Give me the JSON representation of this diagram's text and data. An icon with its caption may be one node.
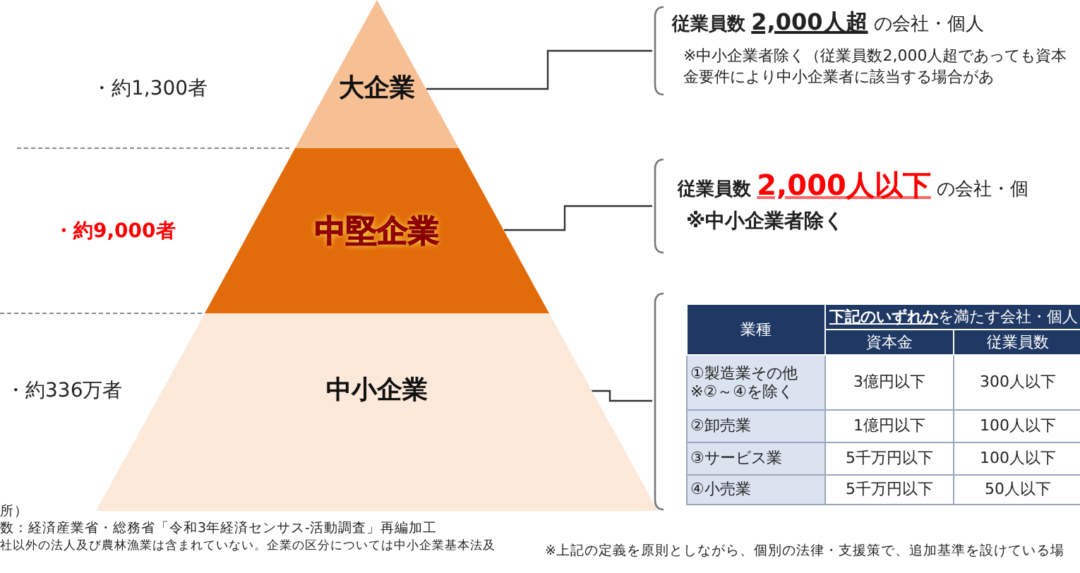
{
  "diagram": {
    "nodes": [
      {
        "text": [
          "大企業"
        ]
      },
      {
        "text": [
          "中堅企業"
        ]
      },
      {
        "text": [
          "中小企業"
        ]
      },
      {
        "text": [
          "**従業員数** **2,000人超** の会社・個人",
          "※中小企業者除く（従業員数2,000人超であっても資本金要件により中小企業者に該当する場合があ"
        ]
      },
      {
        "text": [
          "**従業員数** **2,000人以下** の会社・個",
          "※中小企業者除く"
        ]
      },
      {
        "text": [],
        "shape": "bracket"
      }
    ],
    "edges": [
      {
        "from": 0,
        "to": 3,
        "arrow": "none"
      },
      {
        "from": 1,
        "to": 4,
        "arrow": "none"
      },
      {
        "from": 2,
        "to": 5,
        "arrow": "none"
      }
    ],
    "labels": [
      "・約1,300者",
      "・約9,000者",
      "・約336万者",
      "業種",
      "**下記のいずれか**を満たす会社・個人",
      "資本金",
      "従業員数",
      "①製造業その他 ※②～④を除く",
      "3億円以下",
      "300人以下",
      "②卸売業",
      "1億円以下",
      "100人以下",
      "③サービス業",
      "5千万円以下",
      "100人以下",
      "④小売業",
      "5千万円以下",
      "50人以下",
      "所）",
      "数：経済産業省・総務省「令和3年経済センサス-活動調査」再編加工",
      "社以外の法人及び農林漁業は含まれていない。企業の区分については中小企業基本法及",
      "※上記の定義を原則としながら、個別の法律・支援策で、追加基準を設けている場"
    ]
  }
}
